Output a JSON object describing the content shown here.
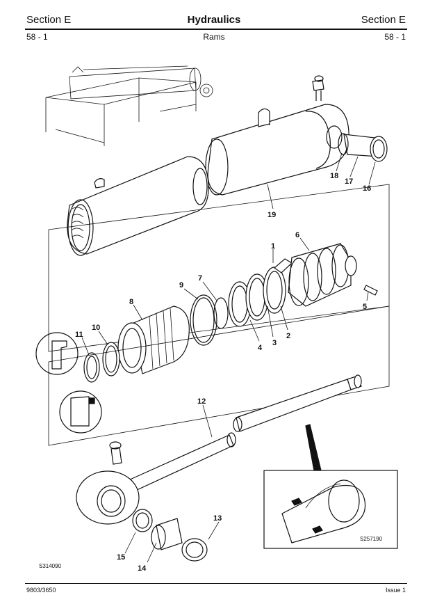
{
  "header": {
    "section_left": "Section E",
    "title": "Hydraulics",
    "section_right": "Section E",
    "page_left": "58 - 1",
    "subtitle": "Rams",
    "page_right": "58 - 1"
  },
  "figure": {
    "ref_main": "S314090",
    "ref_inset": "S257190",
    "callouts": [
      "1",
      "2",
      "3",
      "4",
      "5",
      "6",
      "7",
      "8",
      "9",
      "10",
      "11",
      "12",
      "13",
      "14",
      "15",
      "16",
      "17",
      "18",
      "19"
    ]
  },
  "footer": {
    "doc_number": "9803/3650",
    "issue": "Issue 1"
  }
}
